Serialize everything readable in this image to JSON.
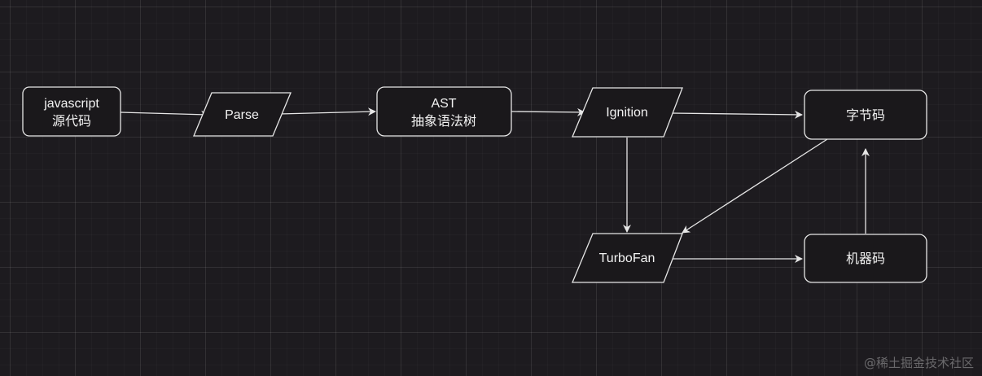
{
  "diagram": {
    "nodes": {
      "source": {
        "line1": "javascript",
        "line2": "源代码"
      },
      "parse": {
        "label": "Parse"
      },
      "ast": {
        "line1": "AST",
        "line2": "抽象语法树"
      },
      "ignition": {
        "label": "Ignition"
      },
      "bytecode": {
        "label": "字节码"
      },
      "turbofan": {
        "label": "TurboFan"
      },
      "machine": {
        "label": "机器码"
      }
    },
    "colors": {
      "background": "#1d1b1f",
      "node_fill": "#1a181b",
      "stroke": "#e6e6e6",
      "text": "#f2f2f2"
    }
  },
  "watermark": "@稀土掘金技术社区"
}
